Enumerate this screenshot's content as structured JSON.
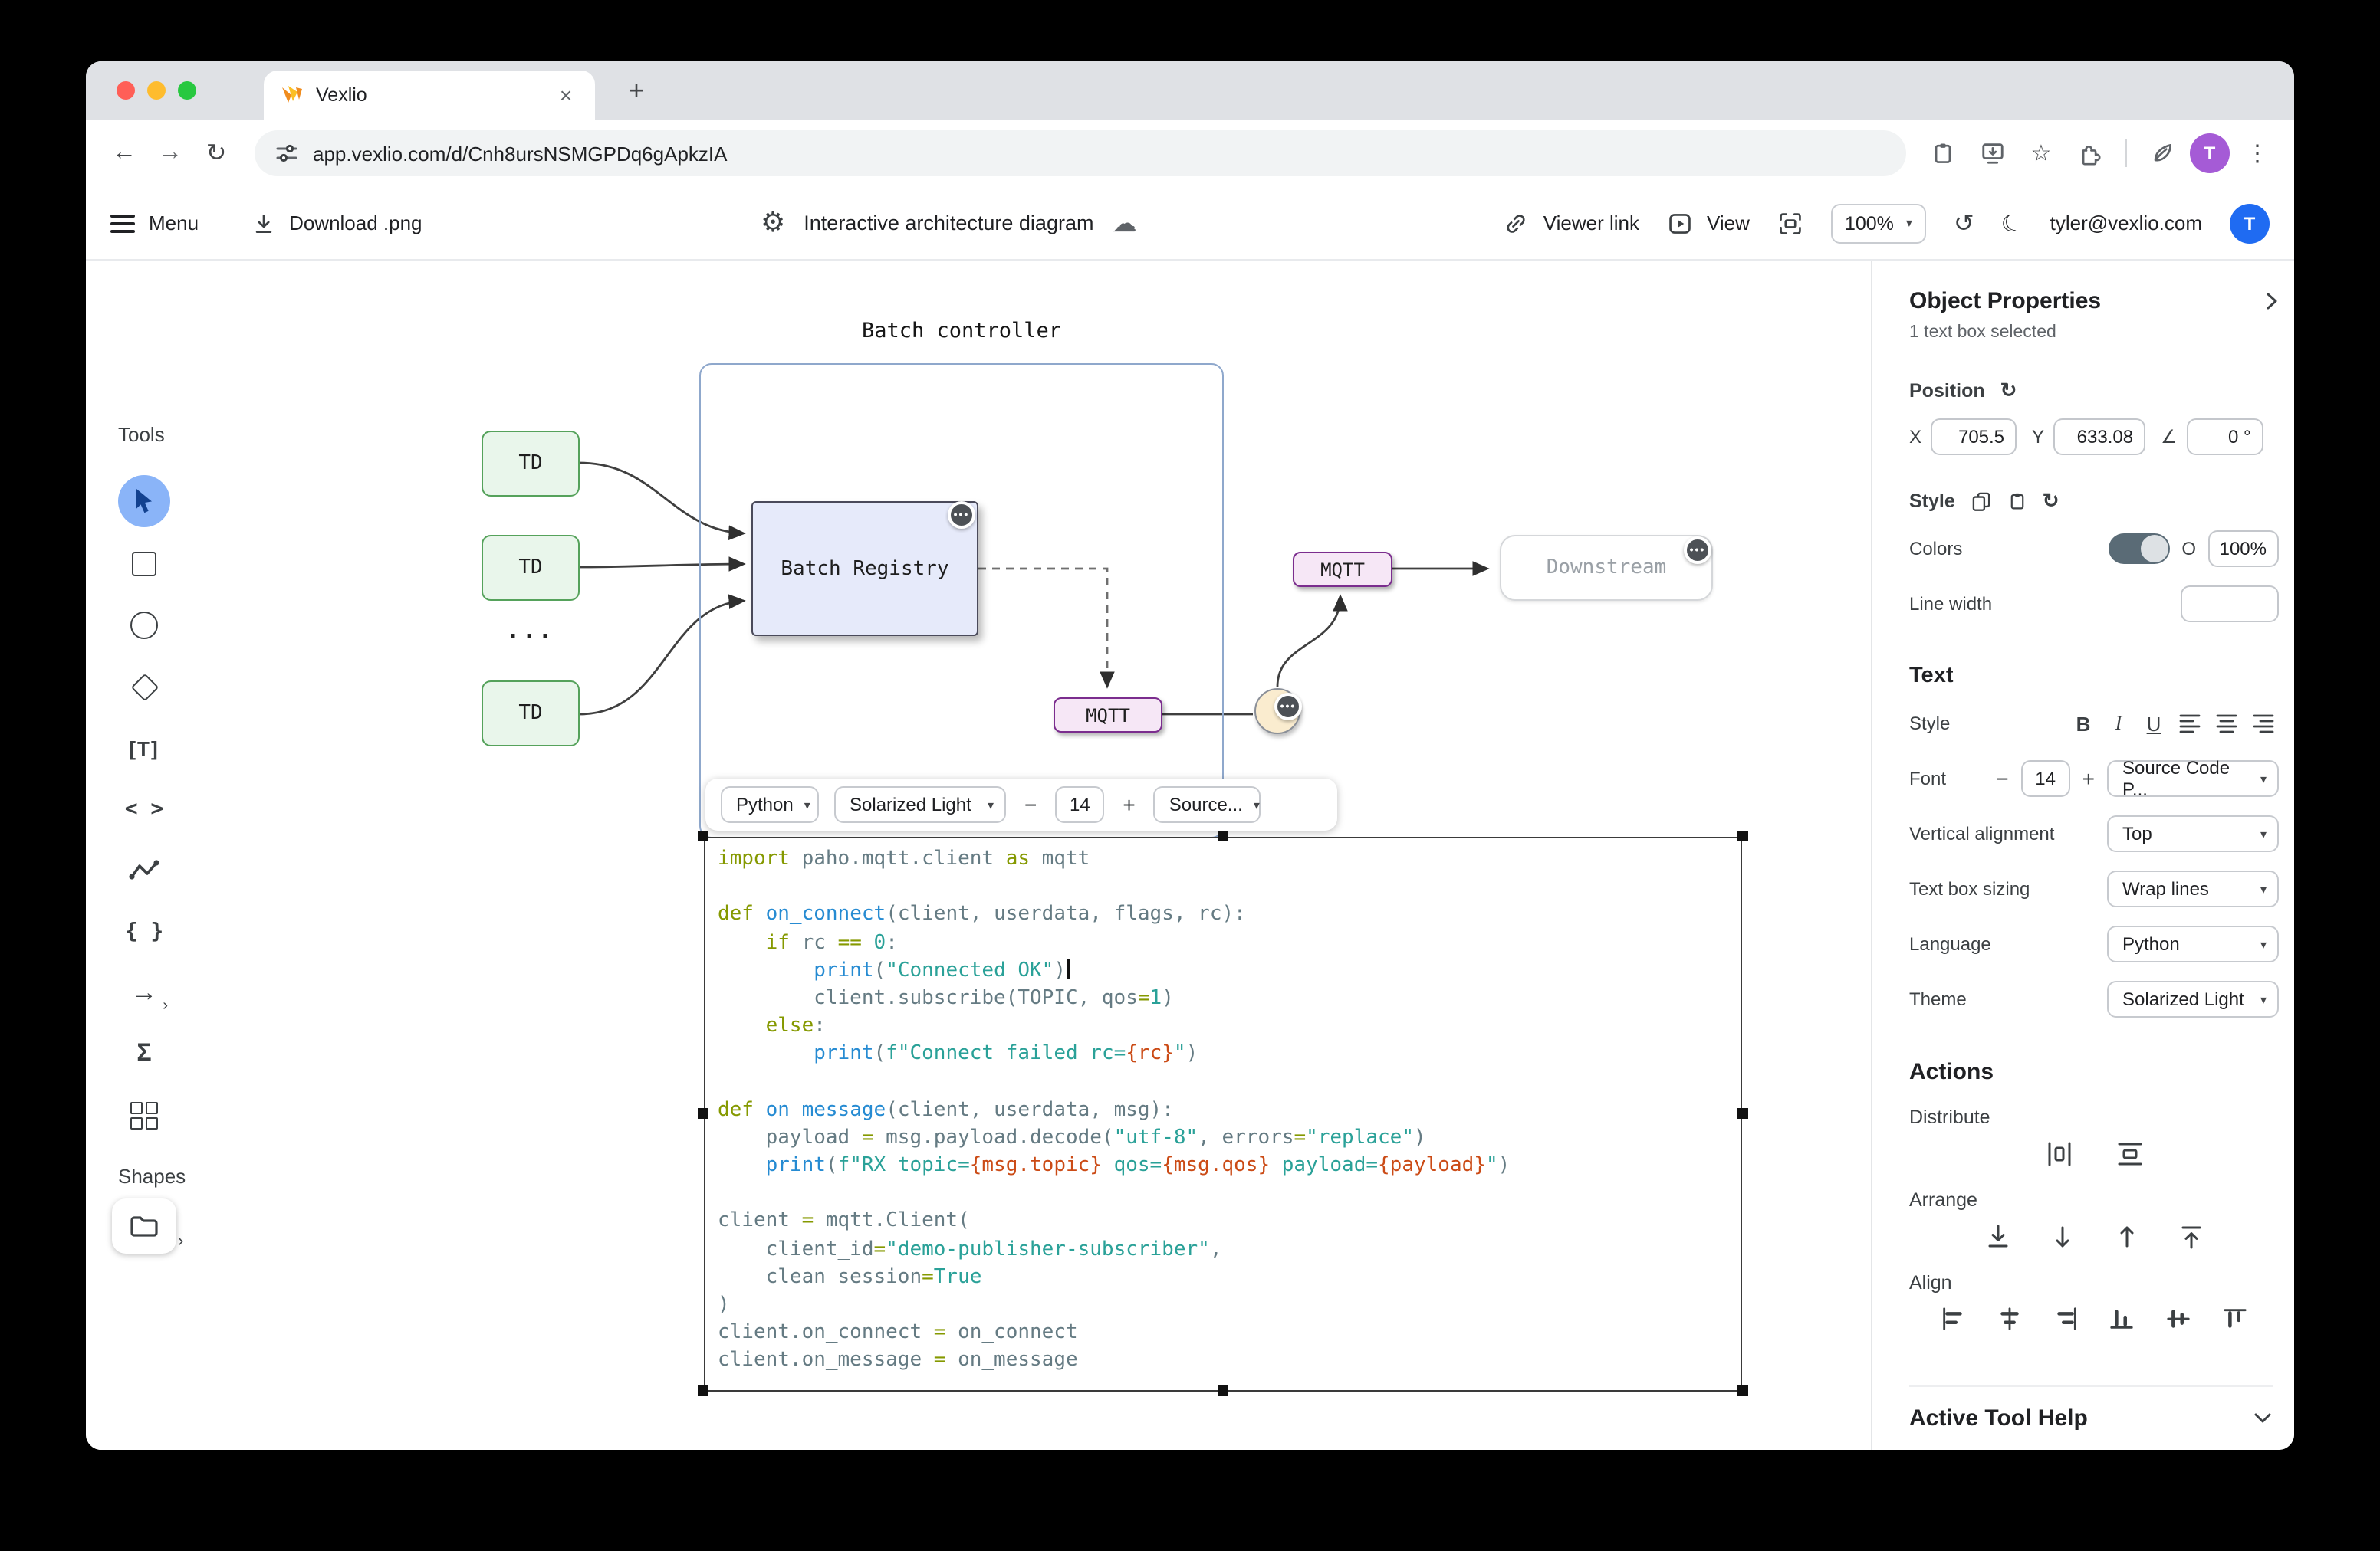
{
  "icons": {
    "caret_down": "▾",
    "ellipsis_menu": "•••",
    "sigma": "Σ",
    "braces": "{ }",
    "code": "< >",
    "arrow": "→",
    "chevron_small": "›",
    "angle": "∠",
    "text_tool": "T"
  },
  "browser": {
    "tab_title": "Vexlio",
    "url": "app.vexlio.com/d/Cnh8ursNSMGPDq6gApkzIA",
    "avatar_initial": "T"
  },
  "appbar": {
    "menu": "Menu",
    "download": "Download .png",
    "doc_title": "Interactive architecture diagram",
    "viewer_link": "Viewer link",
    "view": "View",
    "zoom": "100%",
    "email": "tyler@vexlio.com",
    "avatar_initial": "T"
  },
  "tools": {
    "title": "Tools",
    "shapes": "Shapes"
  },
  "diagram": {
    "container_label": "Batch controller",
    "td": "TD",
    "dots": "...",
    "batch_registry": "Batch Registry",
    "mqtt": "MQTT",
    "downstream": "Downstream"
  },
  "code_toolbar": {
    "language": "Python",
    "theme": "Solarized Light",
    "minus": "−",
    "size": "14",
    "plus": "+",
    "font": "Source..."
  },
  "code": {
    "palette": {
      "fg": "#657B83",
      "kw": "#859900",
      "fn": "#268BD2",
      "str": "#2AA198",
      "interp": "#CB4B16"
    },
    "caret_line": 4,
    "lines": [
      [
        [
          "import",
          "kw"
        ],
        [
          " paho.mqtt.client ",
          "fg"
        ],
        [
          "as",
          "kw"
        ],
        [
          " mqtt",
          "fg"
        ]
      ],
      [],
      [
        [
          "def",
          "kw"
        ],
        [
          " ",
          "fg"
        ],
        [
          "on_connect",
          "fn"
        ],
        [
          "(client, userdata, flags, rc):",
          "fg"
        ]
      ],
      [
        [
          "    ",
          "fg"
        ],
        [
          "if",
          "kw"
        ],
        [
          " rc ",
          "fg"
        ],
        [
          "==",
          "kw"
        ],
        [
          " ",
          "fg"
        ],
        [
          "0",
          "str"
        ],
        [
          ":",
          "fg"
        ]
      ],
      [
        [
          "        ",
          "fg"
        ],
        [
          "print",
          "fn"
        ],
        [
          "(",
          "fg"
        ],
        [
          "\"Connected OK\"",
          "str"
        ],
        [
          ")",
          "fg"
        ]
      ],
      [
        [
          "        client.subscribe(TOPIC, qos",
          "fg"
        ],
        [
          "=",
          "kw"
        ],
        [
          "1",
          "str"
        ],
        [
          ")",
          "fg"
        ]
      ],
      [
        [
          "    ",
          "fg"
        ],
        [
          "else",
          "kw"
        ],
        [
          ":",
          "fg"
        ]
      ],
      [
        [
          "        ",
          "fg"
        ],
        [
          "print",
          "fn"
        ],
        [
          "(",
          "fg"
        ],
        [
          "f\"Connect failed rc=",
          "str"
        ],
        [
          "{rc}",
          "interp"
        ],
        [
          "\"",
          "str"
        ],
        [
          ")",
          "fg"
        ]
      ],
      [],
      [
        [
          "def",
          "kw"
        ],
        [
          " ",
          "fg"
        ],
        [
          "on_message",
          "fn"
        ],
        [
          "(client, userdata, msg):",
          "fg"
        ]
      ],
      [
        [
          "    payload ",
          "fg"
        ],
        [
          "=",
          "kw"
        ],
        [
          " msg.payload.decode(",
          "fg"
        ],
        [
          "\"utf-8\"",
          "str"
        ],
        [
          ", errors",
          "fg"
        ],
        [
          "=",
          "kw"
        ],
        [
          "\"replace\"",
          "str"
        ],
        [
          ")",
          "fg"
        ]
      ],
      [
        [
          "    ",
          "fg"
        ],
        [
          "print",
          "fn"
        ],
        [
          "(",
          "fg"
        ],
        [
          "f\"RX topic=",
          "str"
        ],
        [
          "{msg.topic}",
          "interp"
        ],
        [
          " qos=",
          "str"
        ],
        [
          "{msg.qos}",
          "interp"
        ],
        [
          " payload=",
          "str"
        ],
        [
          "{payload}",
          "interp"
        ],
        [
          "\"",
          "str"
        ],
        [
          ")",
          "fg"
        ]
      ],
      [],
      [
        [
          "client ",
          "fg"
        ],
        [
          "=",
          "kw"
        ],
        [
          " mqtt.Client(",
          "fg"
        ]
      ],
      [
        [
          "    client_id",
          "fg"
        ],
        [
          "=",
          "kw"
        ],
        [
          "\"demo-publisher-subscriber\"",
          "str"
        ],
        [
          ",",
          "fg"
        ]
      ],
      [
        [
          "    clean_session",
          "fg"
        ],
        [
          "=",
          "kw"
        ],
        [
          "True",
          "str"
        ]
      ],
      [
        [
          ")",
          "fg"
        ]
      ],
      [
        [
          "client.on_connect ",
          "fg"
        ],
        [
          "=",
          "kw"
        ],
        [
          " on_connect",
          "fg"
        ]
      ],
      [
        [
          "client.on_message ",
          "fg"
        ],
        [
          "=",
          "kw"
        ],
        [
          " on_message",
          "fg"
        ]
      ]
    ]
  },
  "properties": {
    "title": "Object Properties",
    "selection": "1 text box selected",
    "position": "Position",
    "x": "X",
    "x_value": "705.5",
    "y": "Y",
    "y_value": "633.08",
    "angle_value": "0 °",
    "style": "Style",
    "colors": "Colors",
    "opacity_label": "O",
    "opacity_value": "100%",
    "line_width": "Line width",
    "text": "Text",
    "text_style": "Style",
    "bold": "B",
    "italic": "I",
    "underline": "U",
    "font": "Font",
    "font_minus": "−",
    "font_size": "14",
    "font_plus": "+",
    "font_family": "Source Code P...",
    "vertical_alignment": "Vertical alignment",
    "vertical_alignment_value": "Top",
    "text_box_sizing": "Text box sizing",
    "text_box_sizing_value": "Wrap lines",
    "language": "Language",
    "language_value": "Python",
    "theme": "Theme",
    "theme_value": "Solarized Light",
    "actions": "Actions",
    "distribute": "Distribute",
    "arrange": "Arrange",
    "align": "Align",
    "help": "Active Tool Help"
  }
}
